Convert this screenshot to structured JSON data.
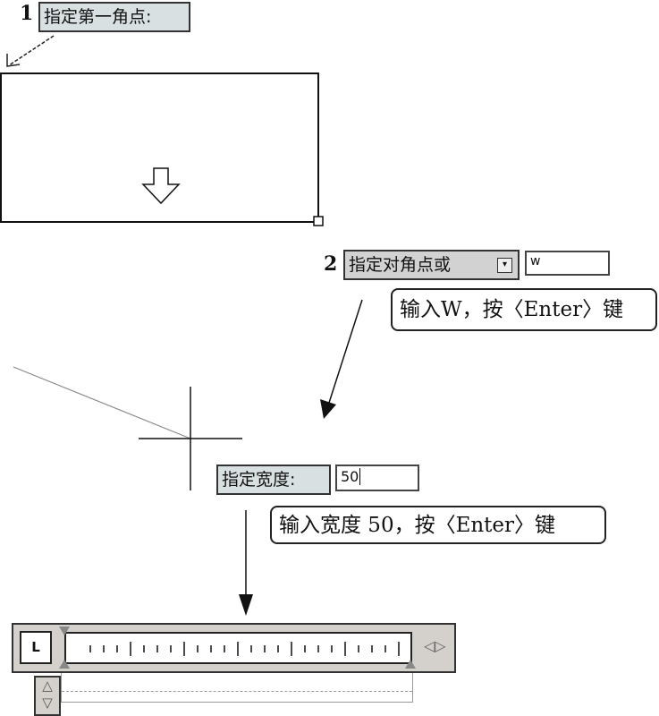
{
  "step1": {
    "number": "1",
    "prompt": "指定第一角点:"
  },
  "step2": {
    "number": "2",
    "prompt": "指定对角点或",
    "dropdown_icon": "down-arrow-icon",
    "input_value": "w",
    "callout": "输入W，按〈Enter〉键"
  },
  "step3": {
    "prompt": "指定宽度:",
    "input_value": "50",
    "callout": "输入宽度 50，按〈Enter〉键"
  },
  "toolbar": {
    "justify_label": "L"
  }
}
